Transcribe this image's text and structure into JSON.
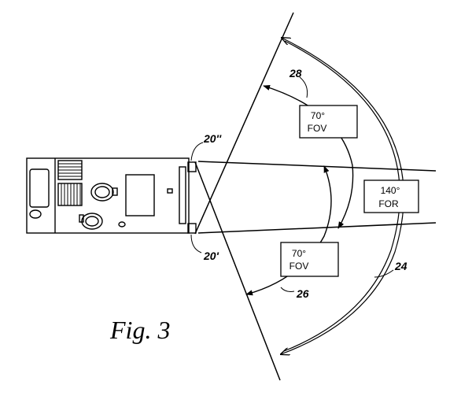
{
  "figure": {
    "caption": "Fig. 3"
  },
  "labels": {
    "fov_upper": {
      "value": "70°",
      "unit": "FOV"
    },
    "fov_lower": {
      "value": "70°",
      "unit": "FOV"
    },
    "for_box": {
      "value": "140°",
      "unit": "FOR"
    }
  },
  "refs": {
    "sensor_upper": "20''",
    "sensor_lower": "20'",
    "for_arc": "24",
    "lower_arc": "26",
    "upper_arc": "28"
  },
  "colors": {
    "ink": "#000000",
    "paper": "#ffffff"
  }
}
